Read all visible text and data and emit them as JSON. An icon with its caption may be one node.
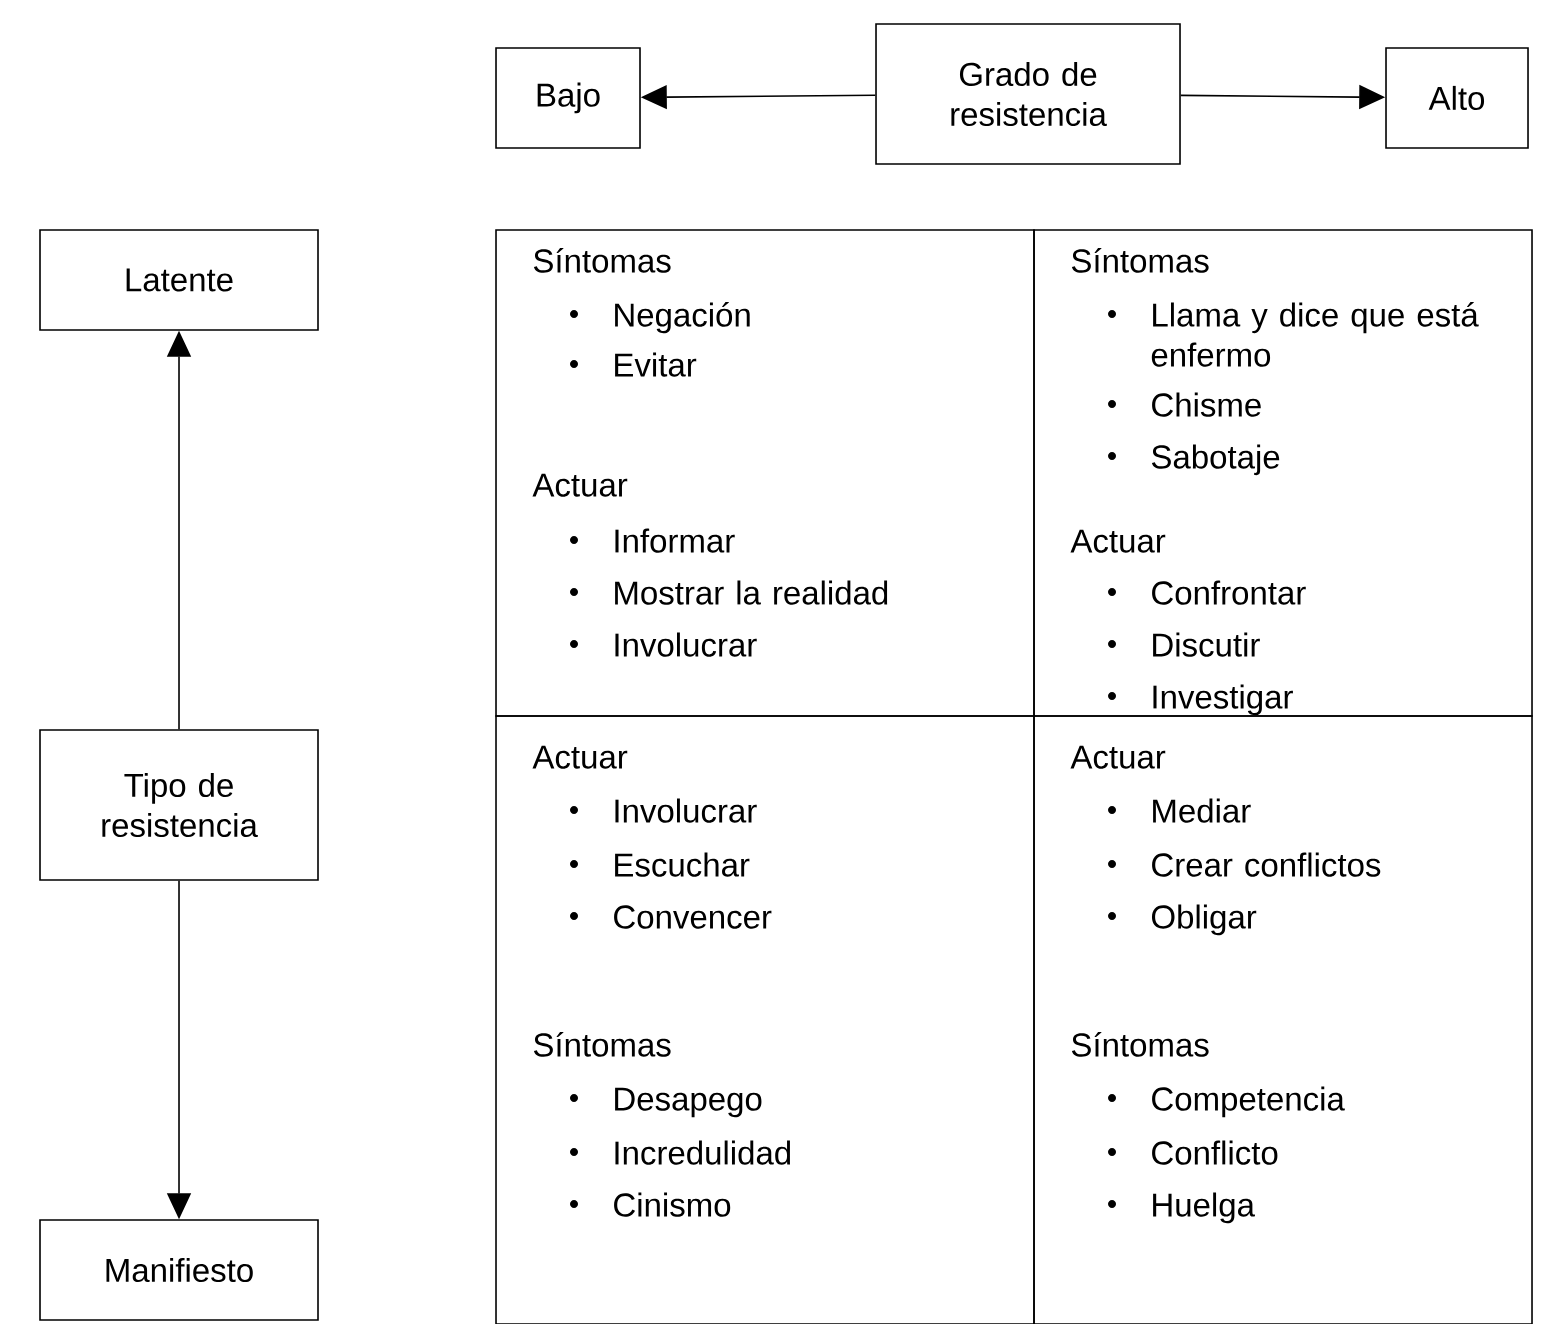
{
  "diagram": {
    "nodes": [
      {
        "text": [
          "Grado de resistencia"
        ]
      },
      {
        "text": [
          "Bajo"
        ]
      },
      {
        "text": [
          "Alto"
        ]
      },
      {
        "text": [
          "Latente"
        ]
      },
      {
        "text": [
          "Tipo de resistencia"
        ]
      },
      {
        "text": [
          "Manifiesto"
        ]
      },
      {
        "text": [
          "Síntomas",
          "Negación",
          "Evitar",
          "Actuar",
          "Informar",
          "Mostrar la realidad",
          "Involucrar"
        ]
      },
      {
        "text": [
          "Síntomas",
          "Llama y dice que está enfermo",
          "Chisme",
          "Sabotaje",
          "Actuar",
          "Confrontar",
          "Discutir",
          "Investigar"
        ]
      },
      {
        "text": [
          "Actuar",
          "Involucrar",
          "Escuchar",
          "Convencer",
          "Síntomas",
          "Desapego",
          "Incredulidad",
          "Cinismo"
        ]
      },
      {
        "text": [
          "Actuar",
          "Mediar",
          "Crear conflictos",
          "Obligar",
          "Síntomas",
          "Competencia",
          "Conflicto",
          "Huelga"
        ]
      }
    ],
    "edges": [
      {
        "from": 0,
        "to": 1,
        "arrow": "to"
      },
      {
        "from": 0,
        "to": 2,
        "arrow": "to"
      },
      {
        "from": 4,
        "to": 3,
        "arrow": "to"
      },
      {
        "from": 4,
        "to": 5,
        "arrow": "to"
      }
    ]
  }
}
